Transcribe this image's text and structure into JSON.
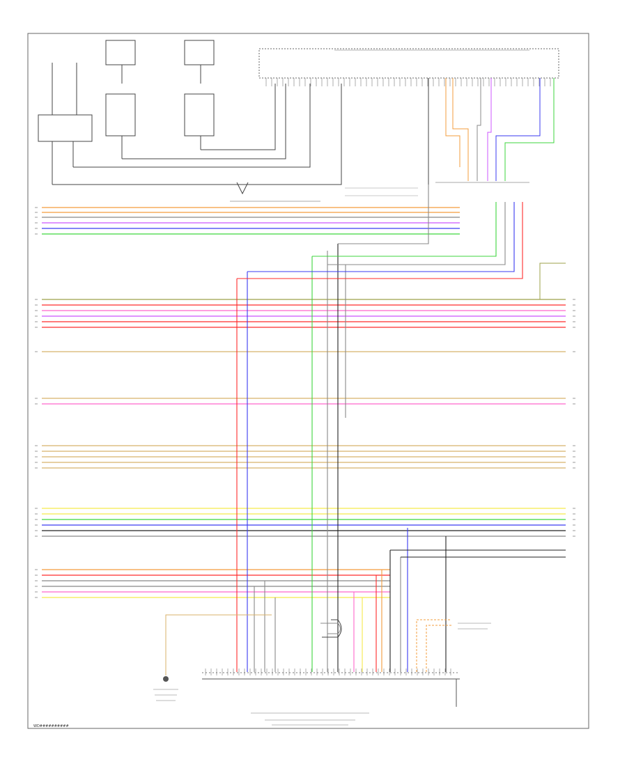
{
  "diagram": {
    "footer_code": "WD##########",
    "frame_color": "#555555"
  },
  "components": {
    "top_module": {
      "label": ""
    },
    "bottom_module": {
      "label": ""
    },
    "small_boxes": [
      {
        "label": ""
      },
      {
        "label": ""
      },
      {
        "label": ""
      },
      {
        "label": ""
      },
      {
        "label": ""
      }
    ]
  },
  "colors": {
    "orange": "#f39c3c",
    "tan": "#d8b26a",
    "green": "#3cd63c",
    "blue": "#3a3af0",
    "red": "#ff2a2a",
    "pink": "#ff66cc",
    "gray": "#888888",
    "black": "#222222",
    "yellow": "#f5e94a",
    "violet": "#cc55ff",
    "olive": "#9ea04a"
  },
  "wire_groups": [
    {
      "name": "group-1",
      "colors": [
        "orange",
        "orange",
        "gray",
        "violet",
        "blue",
        "green"
      ]
    },
    {
      "name": "group-2",
      "colors": [
        "olive",
        "red",
        "pink",
        "violet",
        "red",
        "red"
      ]
    },
    {
      "name": "group-3",
      "colors": [
        "tan"
      ]
    },
    {
      "name": "group-4",
      "colors": [
        "tan",
        "pink"
      ]
    },
    {
      "name": "group-5",
      "colors": [
        "tan",
        "tan",
        "tan",
        "tan",
        "tan"
      ]
    },
    {
      "name": "group-6",
      "colors": [
        "yellow",
        "yellow",
        "green",
        "blue",
        "black",
        "gray"
      ]
    },
    {
      "name": "group-7",
      "colors": [
        "orange",
        "red",
        "gray",
        "gray",
        "pink",
        "yellow"
      ]
    }
  ]
}
